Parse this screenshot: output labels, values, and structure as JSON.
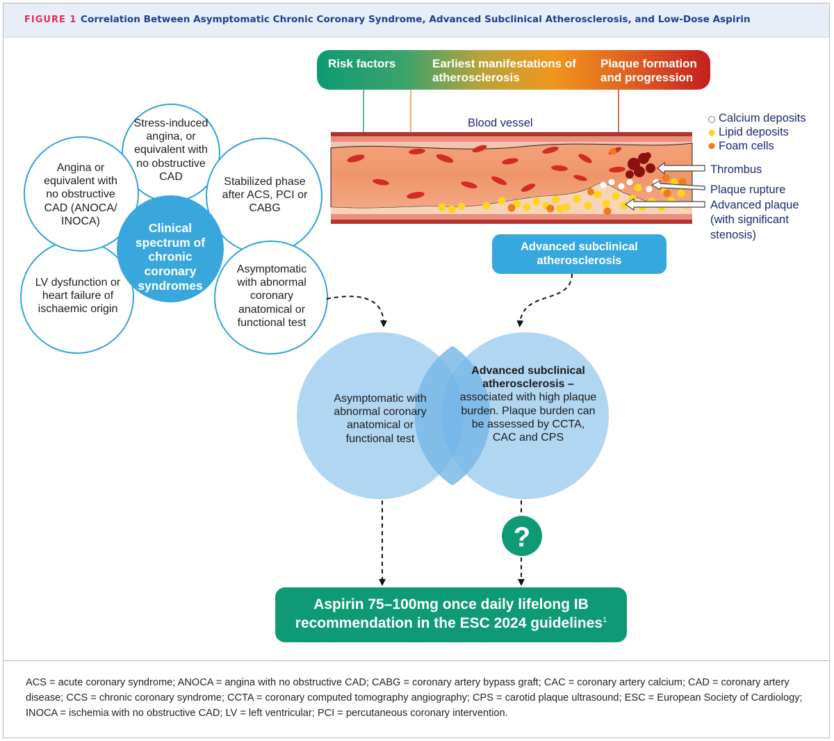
{
  "header": {
    "figure_label": "FIGURE 1",
    "title": "Correlation Between Asymptomatic Chronic Coronary Syndrome, Advanced Subclinical Atherosclerosis, and Low-Dose Aspirin"
  },
  "spectrum": {
    "center": "Clinical spectrum of chronic coronary syndromes",
    "petals": [
      "Stress-induced angina, or equivalent with no obstructive CAD",
      "Stabilized phase after ACS, PCI or CABG",
      "Asymptomatic with abnormal coronary anatomical or functional test",
      "LV dysfunction or heart failure of ischaemic origin",
      "Angina or equivalent with no obstructive CAD (ANOCA/ INOCA)"
    ]
  },
  "progression_bar": {
    "stages": [
      "Risk factors",
      "Earliest manifestations of atherosclerosis",
      "Plaque formation and progression"
    ]
  },
  "vessel": {
    "label": "Blood vessel",
    "legend": [
      "Calcium deposits",
      "Lipid deposits",
      "Foam cells"
    ],
    "annotations": [
      "Thrombus",
      "Plaque rupture",
      "Advanced plaque (with significant stenosis)"
    ]
  },
  "subclinical_box": "Advanced subclinical atherosclerosis",
  "venn": {
    "left": "Asymptomatic with abnormal coronary anatomical or functional test",
    "right_bold": "Advanced subclinical atherosclerosis –",
    "right_rest": "associated with high plaque burden. Plaque burden can be assessed by CCTA, CAC and CPS"
  },
  "question_mark": "?",
  "recommendation": {
    "text": "Aspirin 75–100mg once daily lifelong IB recommendation in the ESC 2024 guidelines",
    "superscript": "1"
  },
  "footnote": "ACS = acute coronary syndrome; ANOCA = angina with no obstructive CAD; CABG = coronary artery bypass graft; CAC = coronary artery calcium; CAD = coronary artery disease; CCS = chronic coronary syndrome; CCTA = coronary computed tomography angiography; CPS = carotid plaque ultrasound; ESC = European Society of Cardiology; INOCA = ischemia with no obstructive CAD; LV = left ventricular; PCI = percutaneous coronary intervention.",
  "colors": {
    "circle_border": "#2ea3d8",
    "center_fill": "#3aa7dc",
    "venn_fill": "#a9d1f0",
    "green": "#0e9a74",
    "orange": "#f29a1d",
    "red": "#c8211f",
    "subclinical_box": "#37a8de",
    "title_blue": "#1f3f8f",
    "label_red": "#d6335a"
  }
}
